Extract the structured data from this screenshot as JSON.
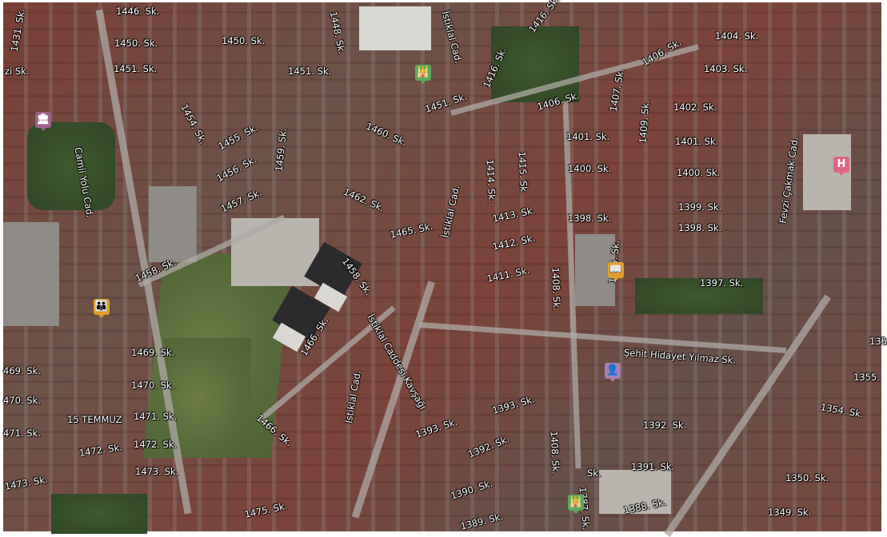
{
  "streets": [
    "1446. Sk.",
    "1450. Sk.",
    "1450. Sk.",
    "1451. Sk.",
    "1451. Sk.",
    "1451. Sk.",
    "1431. Sk.",
    "zi Sk.",
    "1448. Sk.",
    "İstiklal Cad.",
    "1416. Sk.",
    "1416. Sk.",
    "1404. Sk.",
    "1406. Sk.",
    "1403. Sk.",
    "1406. Sk.",
    "1407. Sk.",
    "1402. Sk.",
    "1460. Sk.",
    "1455. Sk.",
    "1454. Sk.",
    "Camii Yolu Cad.",
    "1456. Sk.",
    "1459. Sk.",
    "1401. Sk.",
    "1401. Sk.",
    "1409. Sk.",
    "1414. Sk.",
    "1415. Sk.",
    "1400. Sk.",
    "1400. Sk.",
    "1457. Sk.",
    "1462. Sk.",
    "1399. Sk.",
    "Fevzi Çakmak Cad.",
    "1398. Sk.",
    "1398. Sk.",
    "1413. Sk.",
    "İstiklal Cad.",
    "1465. Sk.",
    "1412. Sk.",
    "1458. Sk.",
    "1458. Sk.",
    "1408. Sk.",
    "1396. Sk.",
    "1411. Sk.",
    "1397. Sk.",
    "İstiklal Caddesi Kavşağı",
    "1466. Sk.",
    "Şehit Hidayet Yılmaz Sk.",
    "135",
    "1469. Sk.",
    "469. Sk.",
    "1470. Sk.",
    "1355.",
    "470. Sk.",
    "1393. Sk.",
    "1354. Sk.",
    "15 TEMMUZ",
    "1471. Sk.",
    "471. Sk.",
    "1466. Sk.",
    "İstiklal Cad.",
    "1393. Sk.",
    "1408. Sk.",
    "1392. Sk.",
    "1472. Sk.",
    "1472. Sk.",
    "1392. Sk.",
    "1473. Sk.",
    "1391. Sk.",
    "1350. Sk.",
    "1473. Sk.",
    "1390. Sk.",
    "Sk.",
    "1387. Sk.",
    "1388. Sk.",
    "1475. Sk.",
    "1389. Sk.",
    "1349. Sk."
  ],
  "pois": [
    {
      "icon": "museum-icon",
      "glyph": "🏛",
      "color": "#a0608a"
    },
    {
      "icon": "mosque-icon",
      "glyph": "🕌",
      "color": "#5aa95c"
    },
    {
      "icon": "hospital-icon",
      "glyph": "H",
      "color": "#e06585"
    },
    {
      "icon": "library-icon",
      "glyph": "📖",
      "color": "#e0a12a"
    },
    {
      "icon": "school-icon",
      "glyph": "👪",
      "color": "#e0a12a"
    },
    {
      "icon": "community-icon",
      "glyph": "👤",
      "color": "#a97fb3"
    },
    {
      "icon": "mosque-icon",
      "glyph": "🕌",
      "color": "#5aa95c"
    }
  ]
}
